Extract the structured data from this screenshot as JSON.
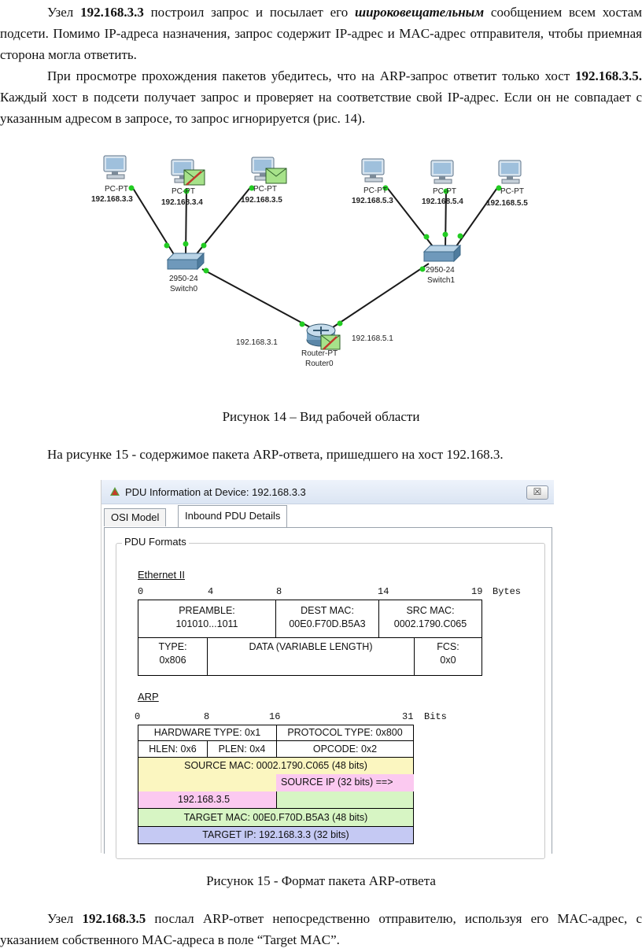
{
  "para1": {
    "a": "Узел ",
    "ip": "192.168.3.3",
    "b": " построил запрос и посылает его ",
    "em": "широковещательным",
    "c": " сообщением всем хостам подсети. Помимо IP-адреса назначения, запрос содержит IP-адрес и MAC-адрес отправителя, чтобы приемная сторона могла ответить."
  },
  "para2": {
    "a": "При просмотре прохождения пакетов убедитесь, что на ARP-запрос ответит только хост ",
    "ip": "192.168.3.5.",
    "b": " Каждый хост в подсети получает запрос и проверяет на соответствие свой IP-адрес. Если он не совпадает с указанным адресом в запросе, то запрос игнорируется (рис. 14)."
  },
  "network": {
    "pcs": [
      {
        "type": "PC-PT",
        "ip": "192.168.3.3",
        "envelope": false
      },
      {
        "type": "PC-PT",
        "ip": "192.168.3.4",
        "envelope": true
      },
      {
        "type": "PC-PT",
        "ip": "192.168.3.5",
        "envelope": true
      },
      {
        "type": "PC-PT",
        "ip": "192.168.5.3",
        "envelope": false
      },
      {
        "type": "PC-PT",
        "ip": "192.168.5.4",
        "envelope": false
      },
      {
        "type": "PC-PT",
        "ip": "192.168.5.5",
        "envelope": false
      }
    ],
    "switches": [
      {
        "model": "2950-24",
        "name": "Switch0"
      },
      {
        "model": "2950-24",
        "name": "Switch1"
      }
    ],
    "router": {
      "model": "Router-PT",
      "name": "Router0",
      "if_left": "192.168.3.1",
      "if_right": "192.168.5.1"
    },
    "link_color": "#1a1a1a",
    "port_color": "#22cc22"
  },
  "fig14_caption": "Рисунок 14 – Вид рабочей области",
  "para3": "На рисунке 15  - содержимое пакета ARP-ответа, пришедшего на хост 192.168.3.",
  "pdu_window": {
    "title": "PDU Information at Device: 192.168.3.3",
    "close_label": "☒",
    "tabs": [
      "OSI Model",
      "Inbound PDU Details"
    ],
    "active_tab": "Inbound PDU Details",
    "group_label": "PDU Formats",
    "ethernet": {
      "title": "Ethernet II",
      "scale": [
        "0",
        "4",
        "8",
        "14",
        "19"
      ],
      "scale_unit": "Bytes",
      "preamble_label": "PREAMBLE:",
      "preamble_value": "101010...1011",
      "dest_label": "DEST MAC:",
      "dest_value": "00E0.F70D.B5A3",
      "src_label": "SRC MAC:",
      "src_value": "0002.1790.C065",
      "type_label": "TYPE:",
      "type_value": "0x806",
      "data_label": "DATA (VARIABLE LENGTH)",
      "fcs_label": "FCS:",
      "fcs_value": "0x0"
    },
    "arp": {
      "title": "ARP",
      "scale": [
        "0",
        "8",
        "16",
        "31"
      ],
      "scale_unit": "Bits",
      "hw_type": "HARDWARE TYPE: 0x1",
      "proto_type": "PROTOCOL TYPE: 0x800",
      "hlen": "HLEN: 0x6",
      "plen": "PLEN: 0x4",
      "opcode": "OPCODE: 0x2",
      "source_mac": "SOURCE MAC: 0002.1790.C065 (48 bits)",
      "source_ip_label": "SOURCE IP (32 bits) ==>",
      "source_ip_value": "192.168.3.5",
      "target_mac": "TARGET MAC: 00E0.F70D.B5A3 (48 bits)",
      "target_ip": "TARGET IP: 192.168.3.3 (32 bits)",
      "colors": {
        "yellow": "#fbf6c0",
        "pink": "#fbc9f0",
        "green": "#d7f5c4",
        "blue": "#c5c9f3"
      }
    }
  },
  "fig15_caption": "Рисунок 15 - Формат пакета ARP-ответа",
  "para4": {
    "a": "Узел ",
    "ip": "192.168.3.5",
    "b": " послал ARP-ответ непосредственно отправителю, используя его MAC-адрес, с указанием собственного MAC-адреса в поле “Target MAC”."
  }
}
